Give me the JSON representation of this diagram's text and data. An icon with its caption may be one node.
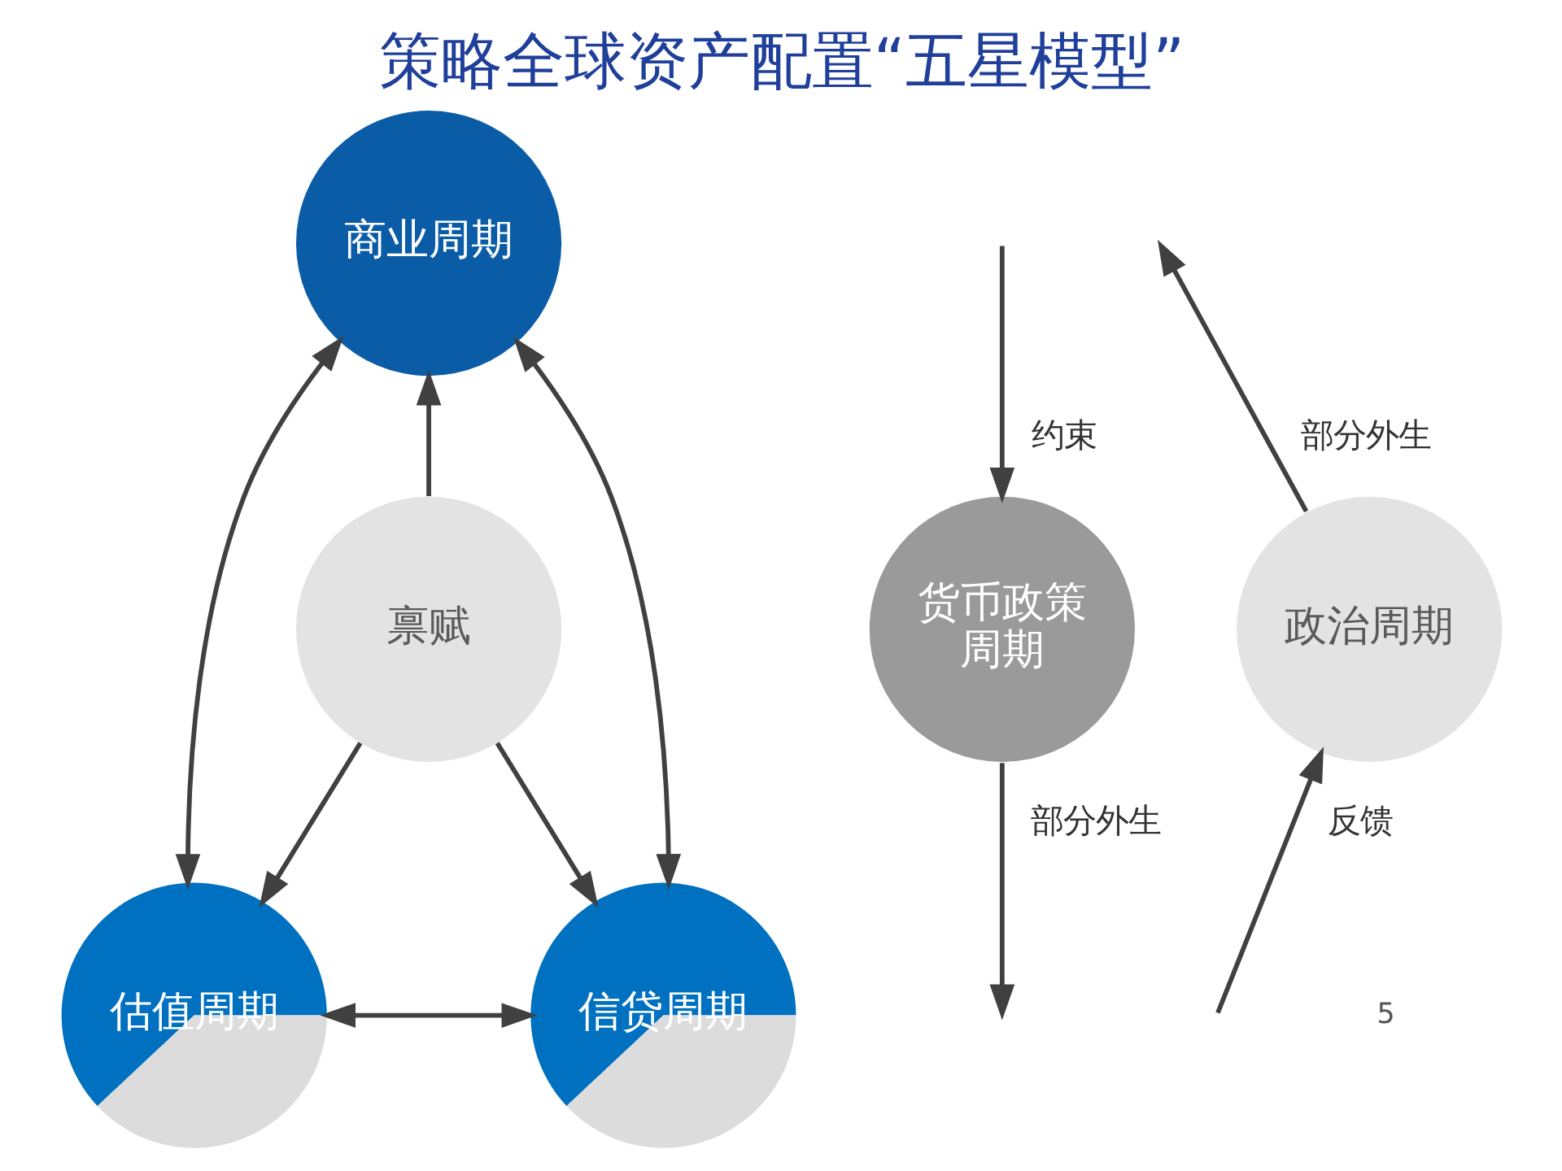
{
  "diagram": {
    "title": "策略全球资产配置“五星模型”",
    "nodes": [
      {
        "text": [
          "商业周期"
        ]
      },
      {
        "text": [
          "货币政策周期"
        ]
      },
      {
        "text": [
          "政治周期"
        ]
      },
      {
        "text": [
          "禀赋"
        ]
      },
      {
        "text": [
          "估值周期"
        ]
      },
      {
        "text": [
          "信贷周期"
        ]
      }
    ],
    "edges": [
      {
        "from": 0,
        "to": 4,
        "arrow": "both"
      },
      {
        "from": 0,
        "to": 5,
        "arrow": "both"
      },
      {
        "from": 3,
        "to": 0,
        "arrow": "to"
      },
      {
        "from": null,
        "to": 1,
        "arrow": "to",
        "label": "约束"
      },
      {
        "from": 1,
        "to": null,
        "arrow": "to",
        "label": "部分外生"
      },
      {
        "from": 2,
        "to": null,
        "arrow": "to",
        "label": "部分外生"
      },
      {
        "from": null,
        "to": 2,
        "arrow": "to",
        "label": "反馈"
      },
      {
        "from": 3,
        "to": 4,
        "arrow": "to"
      },
      {
        "from": 3,
        "to": 5,
        "arrow": "to"
      },
      {
        "from": 4,
        "to": 5,
        "arrow": "both"
      }
    ],
    "labels": [
      "5"
    ]
  }
}
